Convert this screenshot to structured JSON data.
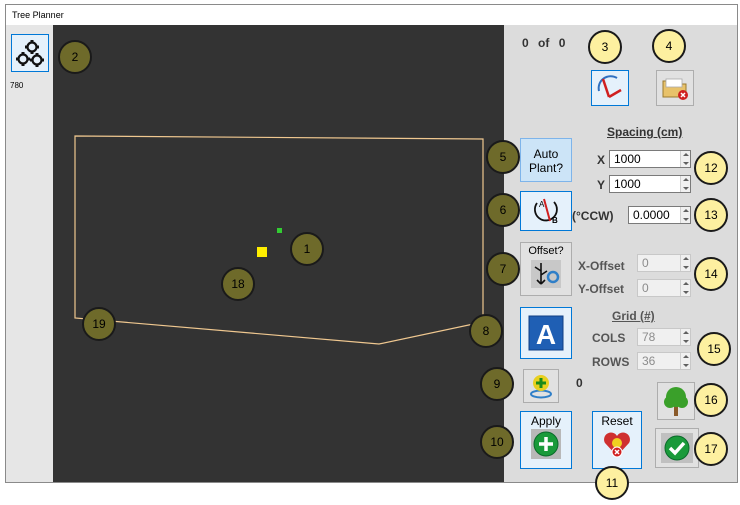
{
  "window": {
    "title": "Tree Planner"
  },
  "left_panel": {
    "count_label": "780",
    "settings_icon": "gears-icon"
  },
  "counter": {
    "current": "0",
    "of_label": "of",
    "total": "0"
  },
  "spacing": {
    "heading": "Spacing (cm)",
    "x_label": "X",
    "x_value": "1000",
    "y_label": "Y",
    "y_value": "1000"
  },
  "rotation": {
    "label": "(°CCW)",
    "value": "0.0000"
  },
  "auto_plant": {
    "label": "Auto Plant?"
  },
  "offset": {
    "button_label": "Offset?",
    "x_label": "X-Offset",
    "x_value": "0",
    "y_label": "Y-Offset",
    "y_value": "0"
  },
  "grid": {
    "heading": "Grid (#)",
    "cols_label": "COLS",
    "cols_value": "78",
    "rows_label": "ROWS",
    "rows_value": "36"
  },
  "add_point": {
    "count": "0"
  },
  "apply": {
    "label": "Apply"
  },
  "reset": {
    "label": "Reset"
  },
  "callouts": [
    "1",
    "2",
    "3",
    "4",
    "5",
    "6",
    "7",
    "8",
    "9",
    "10",
    "11",
    "12",
    "13",
    "14",
    "15",
    "16",
    "17",
    "18",
    "19"
  ],
  "colors": {
    "canvas": "#333333",
    "polygon": "#f0c890",
    "point_green": "#33cc33",
    "point_yellow": "#ffee00",
    "callout_olive": "#6e6a2a",
    "callout_yellow": "#fdf0a0"
  }
}
